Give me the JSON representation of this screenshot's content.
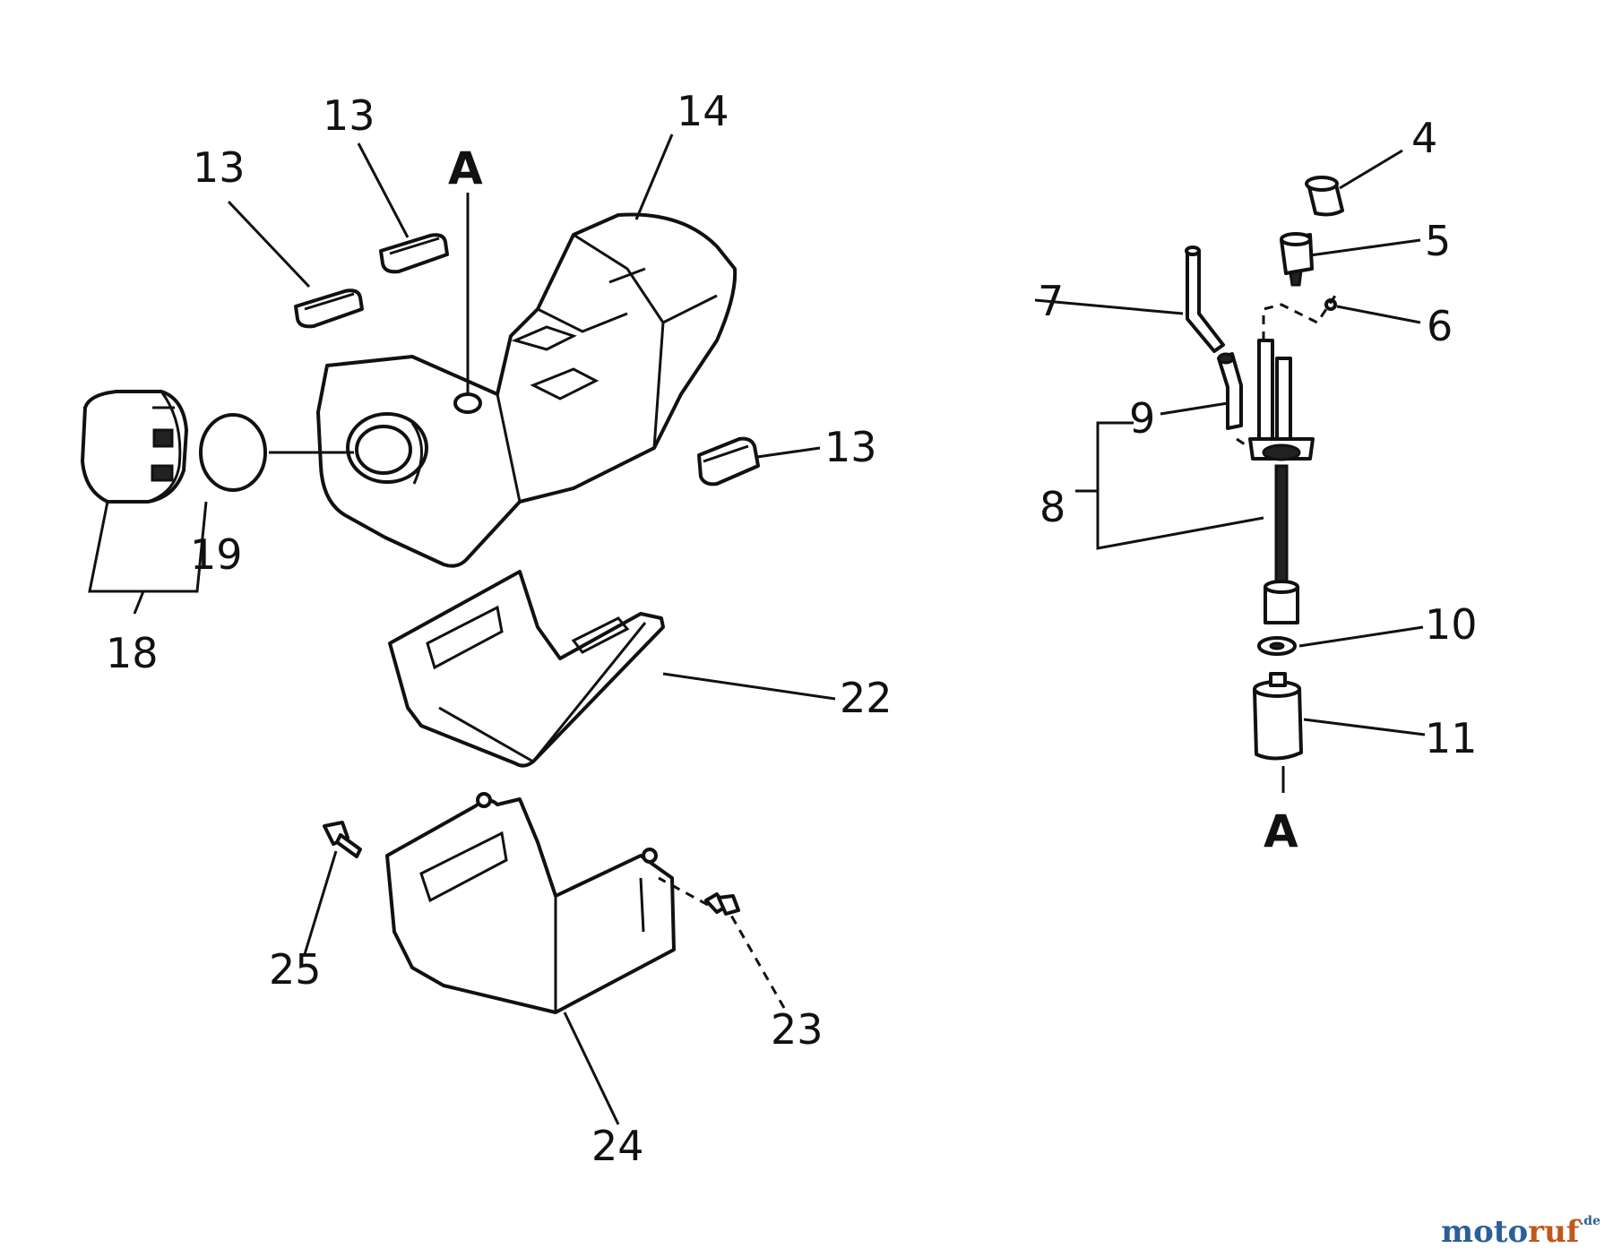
{
  "diagram": {
    "callouts": [
      {
        "id": "c13a",
        "text": "13"
      },
      {
        "id": "c13b",
        "text": "13"
      },
      {
        "id": "cA1",
        "text": "A"
      },
      {
        "id": "c14",
        "text": "14"
      },
      {
        "id": "c13c",
        "text": "13"
      },
      {
        "id": "c19",
        "text": "19"
      },
      {
        "id": "c18",
        "text": "18"
      },
      {
        "id": "c22",
        "text": "22"
      },
      {
        "id": "c25",
        "text": "25"
      },
      {
        "id": "c23",
        "text": "23"
      },
      {
        "id": "c24",
        "text": "24"
      },
      {
        "id": "c4",
        "text": "4"
      },
      {
        "id": "c5",
        "text": "5"
      },
      {
        "id": "c6",
        "text": "6"
      },
      {
        "id": "c7",
        "text": "7"
      },
      {
        "id": "c9",
        "text": "9"
      },
      {
        "id": "c8",
        "text": "8"
      },
      {
        "id": "c10",
        "text": "10"
      },
      {
        "id": "c11",
        "text": "11"
      },
      {
        "id": "cA2",
        "text": "A"
      }
    ]
  },
  "watermark": {
    "part1": "moto",
    "part2": "ruf",
    "suffix": ".de"
  }
}
